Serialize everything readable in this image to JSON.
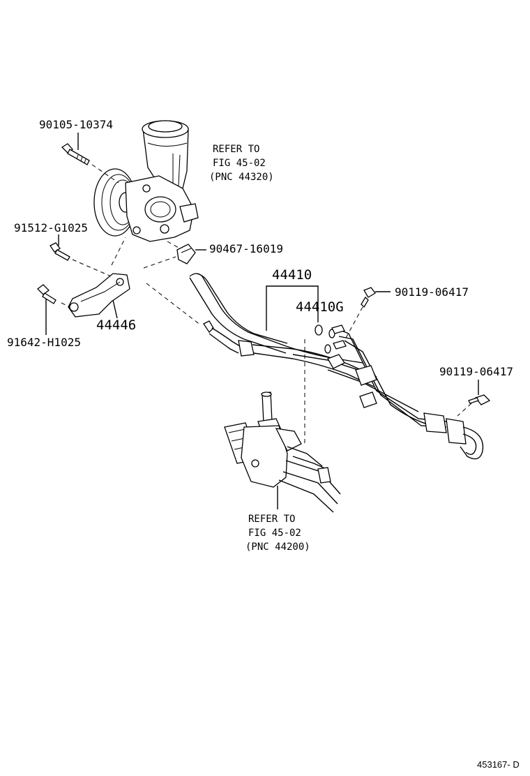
{
  "labels": {
    "bolt_top": "90105-10374",
    "refer_pump_1": "REFER TO",
    "refer_pump_2": "FIG 45-02",
    "refer_pump_3": "(PNC 44320)",
    "bolt_left": "91512-G1025",
    "clamp": "90467-16019",
    "hose_assy": "44410",
    "hose_sub": "44410G",
    "union_bolt_1": "90119-06417",
    "bracket": "44446",
    "bolt_bottom": "91642-H1025",
    "union_bolt_2": "90119-06417",
    "refer_rack_1": "REFER TO",
    "refer_rack_2": "FIG 45-02",
    "refer_rack_3": "(PNC 44200)",
    "drawing_code": "453167- D"
  },
  "icons": [
    "power-steering-pump",
    "pump-pulley",
    "reservoir",
    "bolt",
    "bracket",
    "hose-clamp",
    "pressure-hose",
    "return-tube",
    "gasket",
    "union-bolt",
    "steering-rack"
  ]
}
